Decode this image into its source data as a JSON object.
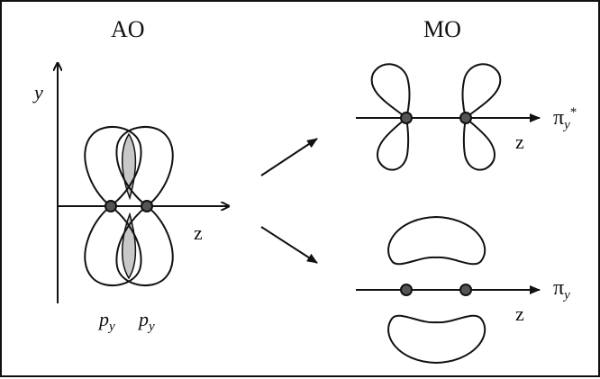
{
  "headers": {
    "left": "AO",
    "right": "MO"
  },
  "ao_panel": {
    "y_axis_label": "y",
    "z_axis_label": "z",
    "orbital_labels": [
      {
        "base": "p",
        "sub": "y"
      },
      {
        "base": "p",
        "sub": "y"
      }
    ]
  },
  "mo_panel": {
    "antibonding": {
      "symbol": "π",
      "sub": "y",
      "sup": "*",
      "axis_label": "z"
    },
    "bonding": {
      "symbol": "π",
      "sub": "y",
      "axis_label": "z"
    }
  }
}
